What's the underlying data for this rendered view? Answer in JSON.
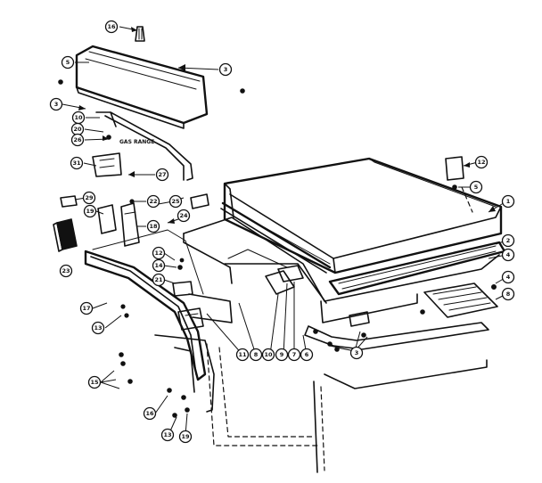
{
  "note": "GAS RANGE",
  "callouts": [
    "16",
    "5",
    "3",
    "3",
    "10",
    "20",
    "26",
    "27",
    "31",
    "25",
    "22",
    "29",
    "24",
    "19",
    "18",
    "17",
    "23",
    "12",
    "21",
    "14",
    "13",
    "15",
    "16",
    "13",
    "19",
    "2",
    "4",
    "5",
    "1",
    "3",
    "4",
    "8",
    "6",
    "7",
    "9",
    "10",
    "8",
    "11",
    "12"
  ]
}
